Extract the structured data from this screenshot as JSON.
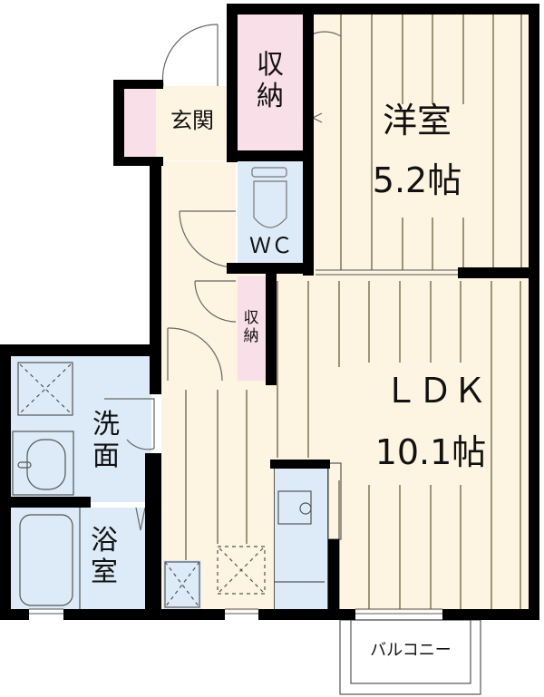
{
  "floorplan": {
    "rooms": {
      "western_room": {
        "name": "洋室",
        "size": "5.2帖"
      },
      "ldk": {
        "name": "ＬＤＫ",
        "size": "10.1帖"
      },
      "storage_top": {
        "name": "収\n納"
      },
      "storage_mid": {
        "name": "収\n納"
      },
      "entrance": {
        "name": "玄関"
      },
      "wc": {
        "name": "ＷＣ"
      },
      "washroom": {
        "name": "洗\n面"
      },
      "bathroom": {
        "name": "浴\n室"
      },
      "balcony": {
        "name": "バルコニー"
      }
    },
    "colors": {
      "floor": "#fdf4e1",
      "wet_area": "#dcebf7",
      "storage": "#f9dfe7",
      "wall": "#000000"
    }
  }
}
